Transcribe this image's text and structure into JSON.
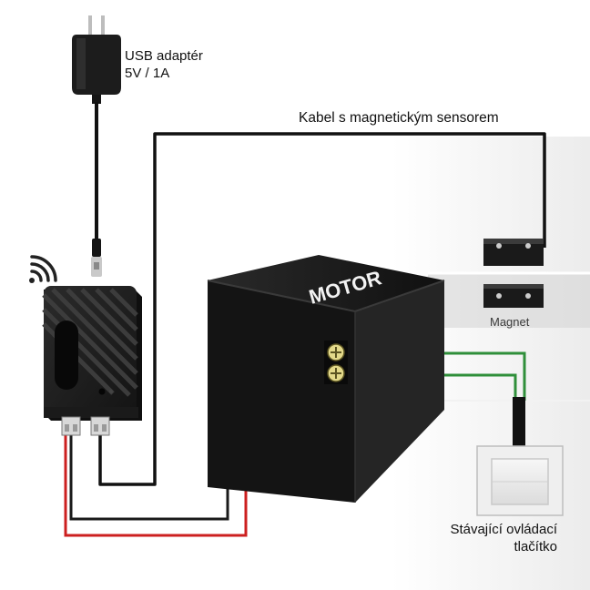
{
  "usb_adapter": {
    "line1": "USB adaptér",
    "line2": "5V / 1A"
  },
  "sensor_cable": {
    "label": "Kabel s magnetickým sensorem"
  },
  "magnet": {
    "label": "Magnet"
  },
  "motor": {
    "label": "MOTOR"
  },
  "wall_button": {
    "line1": "Stávající ovládací",
    "line2": "tlačítko"
  },
  "colors": {
    "black_wire": "#111111",
    "red_wire": "#cc1f1f",
    "green_wire": "#2f8f3a",
    "device_body": "#1e1e1e",
    "motor_body": "#1a1a1a"
  },
  "icons": [
    "wifi-icon",
    "usb-plug-icon",
    "terminal-screw-icon"
  ]
}
